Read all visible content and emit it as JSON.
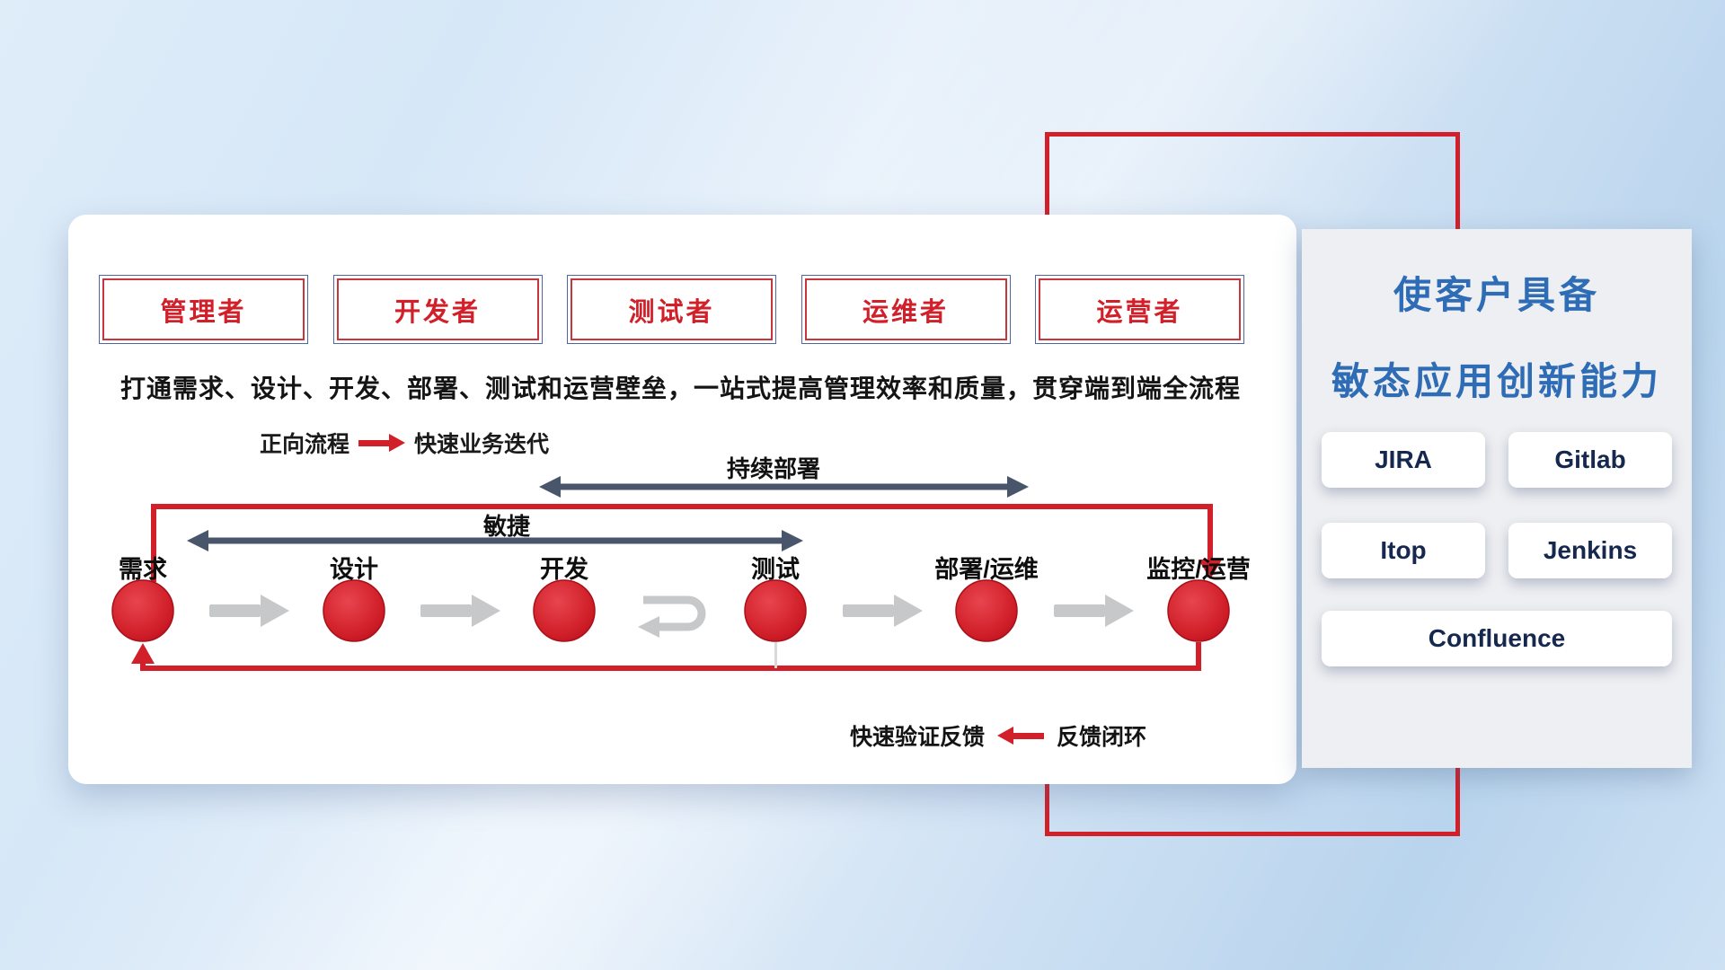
{
  "roles": [
    {
      "label": "管理者"
    },
    {
      "label": "开发者"
    },
    {
      "label": "测试者"
    },
    {
      "label": "运维者"
    },
    {
      "label": "运营者"
    }
  ],
  "subtitle": "打通需求、设计、开发、部署、测试和运营壁垒，一站式提高管理效率和质量，贯穿端到端全流程",
  "forward_legend": {
    "label": "正向流程",
    "desc": "快速业务迭代"
  },
  "flow": {
    "agile_label": "敏捷",
    "cd_label": "持续部署",
    "nodes": [
      {
        "label": "需求"
      },
      {
        "label": "设计"
      },
      {
        "label": "开发"
      },
      {
        "label": "测试"
      },
      {
        "label": "部署/运维"
      },
      {
        "label": "监控/运营"
      }
    ]
  },
  "feedback_legend": {
    "desc": "快速验证反馈",
    "label": "反馈闭环"
  },
  "panel": {
    "title_line1": "使客户具备",
    "title_line2": "敏态应用创新能力",
    "tools": [
      {
        "label": "JIRA"
      },
      {
        "label": "Gitlab"
      },
      {
        "label": "Itop"
      },
      {
        "label": "Jenkins"
      },
      {
        "label": "Confluence"
      }
    ]
  },
  "colors": {
    "accent_red": "#d1202a",
    "title_blue": "#2e6cb6",
    "dark_arrow": "#49556a",
    "gray_arrow": "#c7c8ca"
  }
}
